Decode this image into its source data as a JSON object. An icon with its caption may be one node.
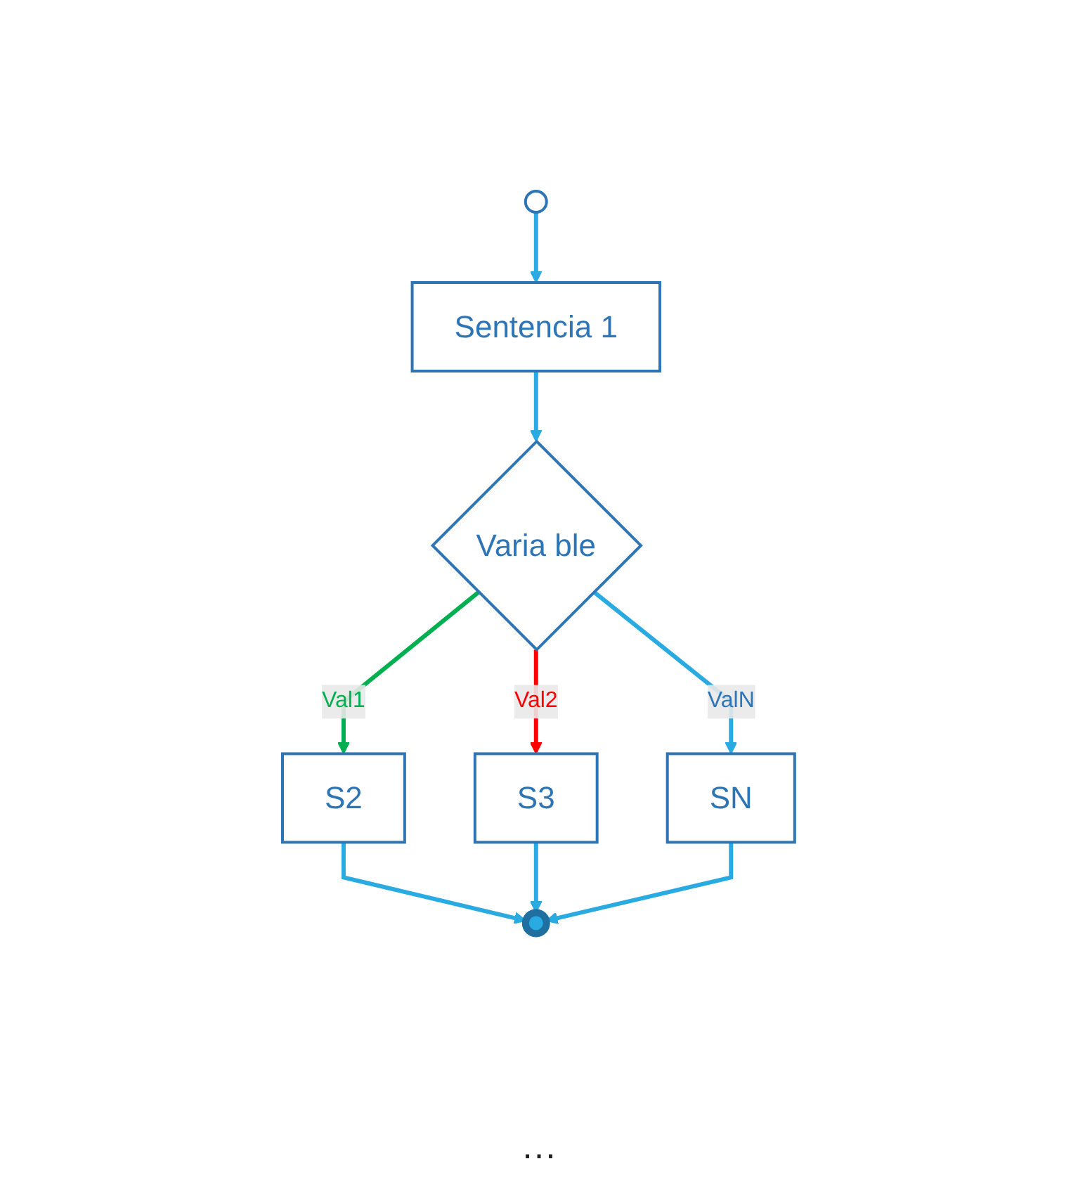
{
  "diagram": {
    "nodes": [
      {
        "text": [],
        "shape": "circle"
      },
      {
        "text": [
          "Sentencia 1"
        ]
      },
      {
        "text": [
          "Varia ble"
        ]
      },
      {
        "text": [
          "S2"
        ]
      },
      {
        "text": [
          "S3"
        ]
      },
      {
        "text": [
          "SN"
        ]
      },
      {
        "text": [],
        "shape": "circle"
      }
    ],
    "edges": [
      {
        "from": 0,
        "to": 1,
        "arrow": "to"
      },
      {
        "from": 1,
        "to": 2,
        "arrow": "to"
      },
      {
        "from": 2,
        "to": 3,
        "arrow": "to",
        "label": "Val1",
        "color": "#00b050"
      },
      {
        "from": 2,
        "to": 4,
        "arrow": "to",
        "label": "Val2",
        "color": "#ff0000"
      },
      {
        "from": 2,
        "to": 5,
        "arrow": "to",
        "label": "ValN"
      },
      {
        "from": 3,
        "to": 6,
        "arrow": "to"
      },
      {
        "from": 4,
        "to": 6,
        "arrow": "to"
      },
      {
        "from": 5,
        "to": 6,
        "arrow": "to"
      }
    ],
    "labels": [
      "…"
    ]
  }
}
